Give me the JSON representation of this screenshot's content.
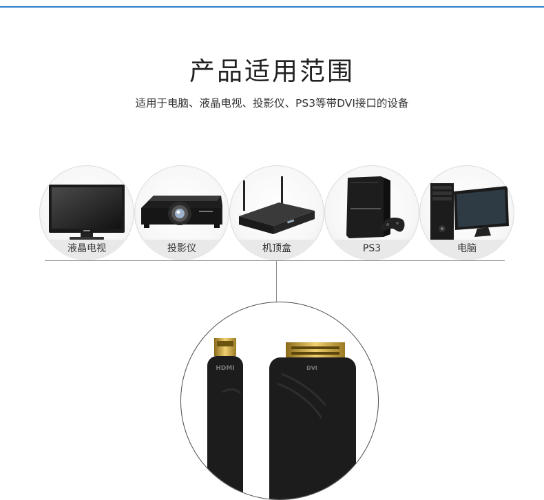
{
  "header": {
    "title": "产品适用范围",
    "subtitle": "适用于电脑、液晶电视、投影仪、PS3等带DVI接口的设备"
  },
  "devices": [
    {
      "label": "液晶电视",
      "icon": "lcd-tv-icon"
    },
    {
      "label": "投影仪",
      "icon": "projector-icon"
    },
    {
      "label": "机顶盒",
      "icon": "set-top-box-icon"
    },
    {
      "label": "PS3",
      "icon": "ps3-console-icon"
    },
    {
      "label": "电脑",
      "icon": "desktop-computer-icon"
    }
  ],
  "adapter": {
    "hdmi_mark": "HDMI",
    "dvi_mark": "DVI"
  },
  "colors": {
    "accent": "#2c7fc9",
    "line": "#8e8e8e",
    "label_bg": "#e8e8e8"
  }
}
